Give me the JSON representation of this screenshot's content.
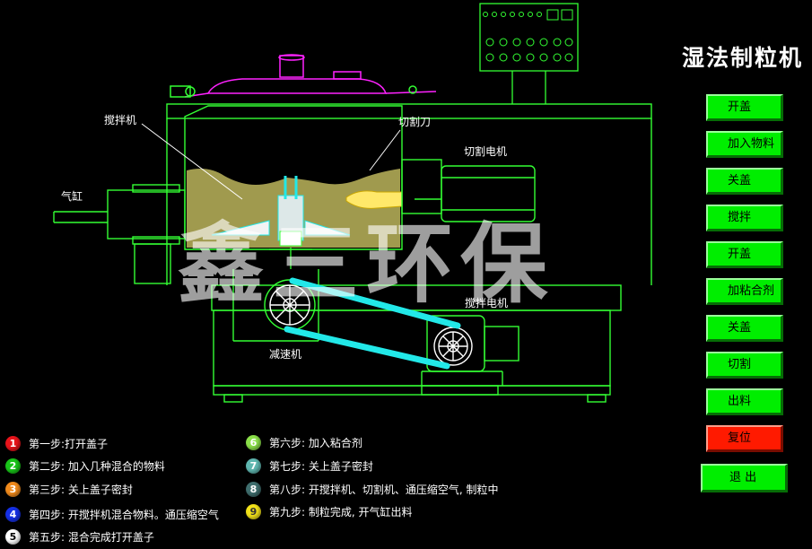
{
  "title": "湿法制粒机",
  "watermark": "鑫三环保",
  "labels": {
    "stirrer": "搅拌机",
    "cutter_knife": "切割刀",
    "cutter_motor": "切割电机",
    "air_cylinder": "气缸",
    "stir_motor": "搅拌电机",
    "reducer": "减速机"
  },
  "buttons": [
    {
      "label": "开盖"
    },
    {
      "label": "加入物料"
    },
    {
      "label": "关盖"
    },
    {
      "label": "搅拌"
    },
    {
      "label": "开盖"
    },
    {
      "label": "加粘合剂"
    },
    {
      "label": "关盖"
    },
    {
      "label": "切割"
    },
    {
      "label": "出料"
    },
    {
      "label": "复位"
    },
    {
      "label": "退 出"
    }
  ],
  "steps": [
    {
      "num": "1",
      "text": "第一步:打开盖子",
      "color": "#e8141b"
    },
    {
      "num": "2",
      "text": "第二步: 加入几种混合的物料",
      "color": "#19c419"
    },
    {
      "num": "3",
      "text": "第三步: 关上盖子密封",
      "color": "#f08a1c"
    },
    {
      "num": "4",
      "text": "第四步: 开搅拌机混合物料。通压缩空气",
      "color": "#1530e6"
    },
    {
      "num": "5",
      "text": "第五步: 混合完成打开盖子",
      "color": "#ffffff"
    },
    {
      "num": "6",
      "text": "第六步: 加入粘合剂",
      "color": "#8be04a"
    },
    {
      "num": "7",
      "text": "第七步: 关上盖子密封",
      "color": "#5fb7b0"
    },
    {
      "num": "8",
      "text": "第八步: 开搅拌机、切割机、通压缩空气, 制粒中",
      "color": "#3f6e6e"
    },
    {
      "num": "9",
      "text": "第九步: 制粒完成, 开气缸出料",
      "color": "#f2e21a"
    }
  ],
  "colors": {
    "machine_line": "#33ff33",
    "lid": "#ff22ff",
    "material": "#a09a4e",
    "belt": "#22e8e8",
    "button_green": "#00ee00",
    "button_red": "#ff1a00"
  }
}
